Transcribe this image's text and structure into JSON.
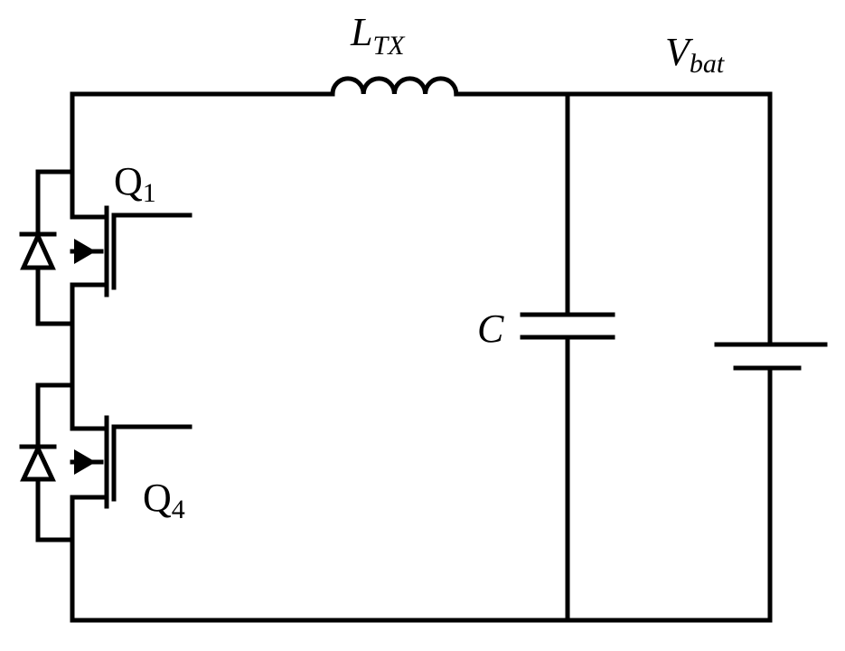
{
  "labels": {
    "inductor": {
      "main": "L",
      "sub": "TX"
    },
    "battery": {
      "main": "V",
      "sub": "bat"
    },
    "capacitor": {
      "main": "C"
    },
    "switch_top": {
      "main": "Q",
      "sub": "1"
    },
    "switch_bottom": {
      "main": "Q",
      "sub": "4"
    }
  },
  "colors": {
    "wire": "#000000",
    "background": "#ffffff"
  }
}
